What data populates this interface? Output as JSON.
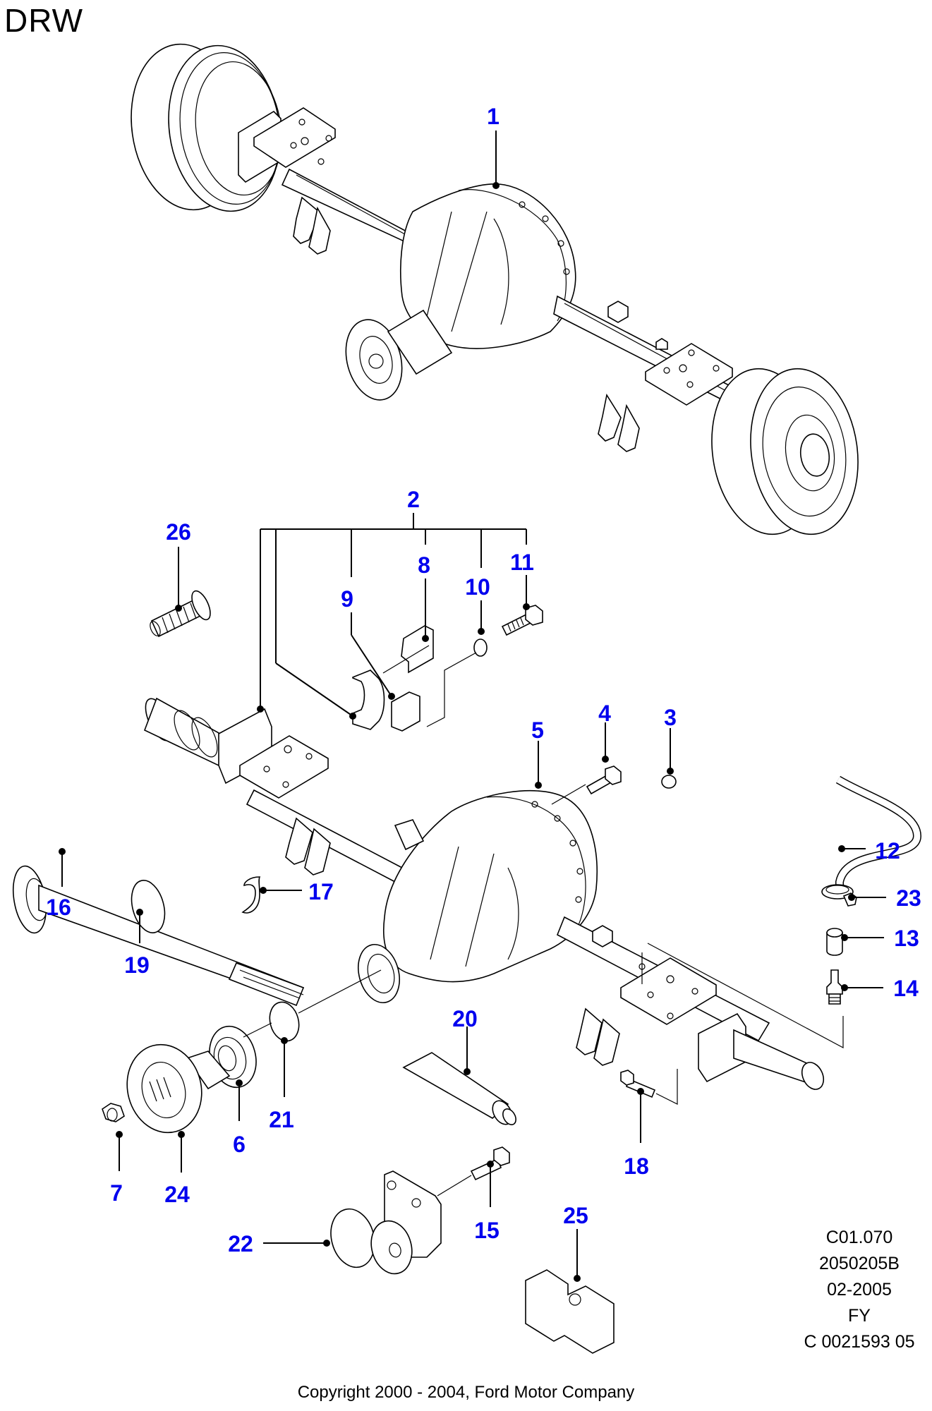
{
  "diagram": {
    "variant_label": "DRW",
    "title": "Rear axle assembly exploded parts diagram",
    "label_color": "#0000ee",
    "callouts": [
      {
        "id": "1",
        "label": "1"
      },
      {
        "id": "2",
        "label": "2"
      },
      {
        "id": "3",
        "label": "3"
      },
      {
        "id": "4",
        "label": "4"
      },
      {
        "id": "5",
        "label": "5"
      },
      {
        "id": "6",
        "label": "6"
      },
      {
        "id": "7",
        "label": "7"
      },
      {
        "id": "8",
        "label": "8"
      },
      {
        "id": "9",
        "label": "9"
      },
      {
        "id": "10",
        "label": "10"
      },
      {
        "id": "11",
        "label": "11"
      },
      {
        "id": "12",
        "label": "12"
      },
      {
        "id": "13",
        "label": "13"
      },
      {
        "id": "14",
        "label": "14"
      },
      {
        "id": "15",
        "label": "15"
      },
      {
        "id": "16",
        "label": "16"
      },
      {
        "id": "17",
        "label": "17"
      },
      {
        "id": "18",
        "label": "18"
      },
      {
        "id": "19",
        "label": "19"
      },
      {
        "id": "20",
        "label": "20"
      },
      {
        "id": "21",
        "label": "21"
      },
      {
        "id": "22",
        "label": "22"
      },
      {
        "id": "23",
        "label": "23"
      },
      {
        "id": "24",
        "label": "24"
      },
      {
        "id": "25",
        "label": "25"
      },
      {
        "id": "26",
        "label": "26"
      }
    ],
    "reference_block": [
      "C01.070",
      "2050205B",
      "02-2005",
      "FY",
      "C 0021593 05"
    ],
    "copyright": "Copyright 2000 - 2004, Ford Motor Company"
  }
}
